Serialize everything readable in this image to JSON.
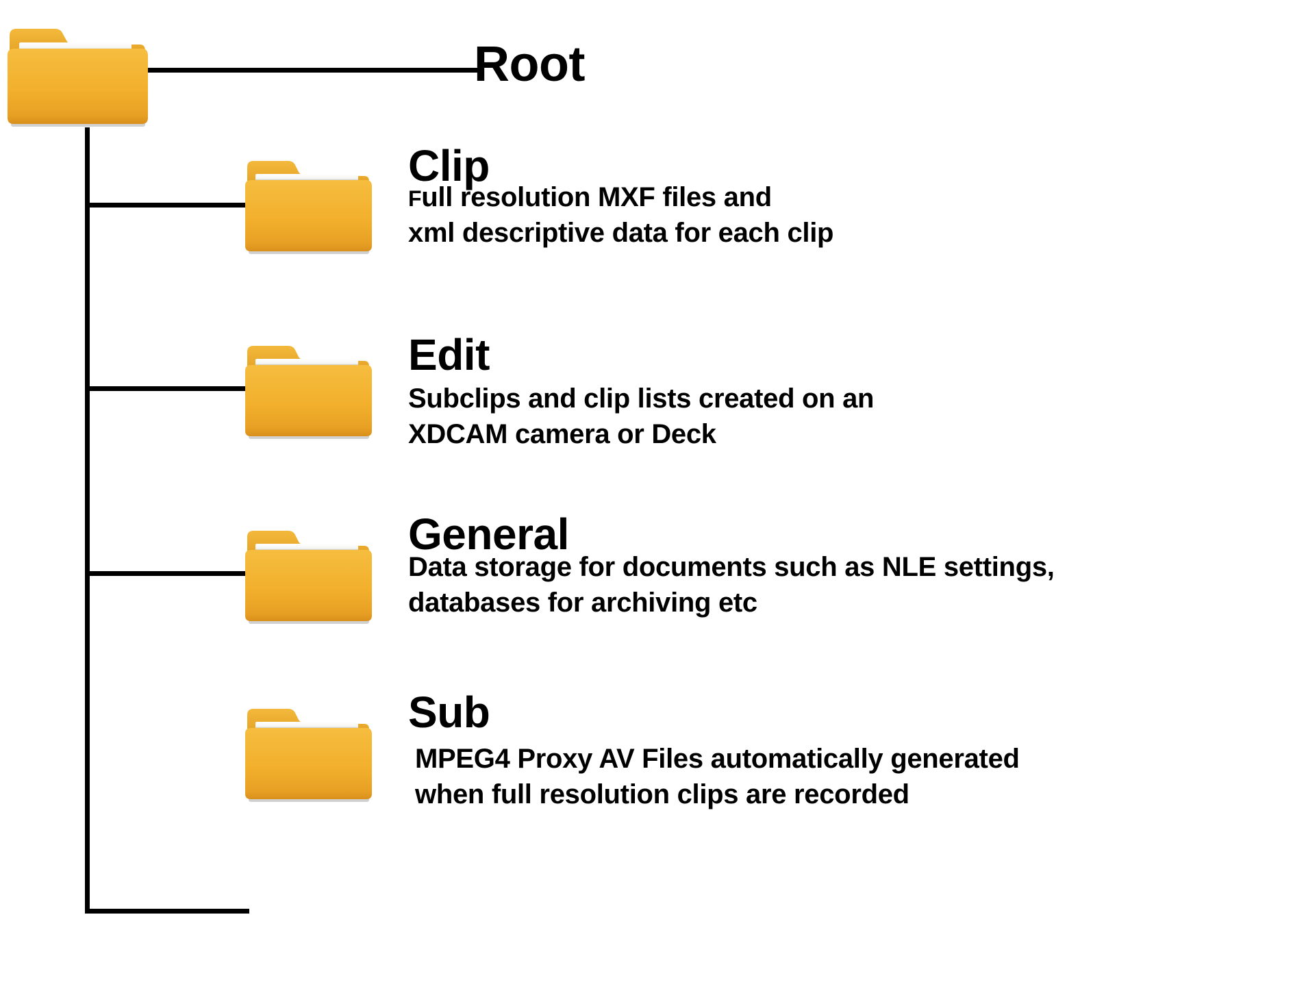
{
  "diagram": {
    "title": "XDCAM folder structure tree",
    "background_color": "#ffffff",
    "line_color": "#000000",
    "folder_color": "#f2b431",
    "folder_shadow_color": "#d99b22"
  },
  "root": {
    "label": "Root",
    "icon": "folder-icon"
  },
  "children": [
    {
      "label": "Clip",
      "icon": "folder-icon",
      "desc_lead": "F",
      "desc_line1_rest": "ull resolution MXF files and",
      "desc_line2": "xml descriptive data for each clip"
    },
    {
      "label": "Edit",
      "icon": "folder-icon",
      "desc_lead": "",
      "desc_line1_rest": "Subclips and clip lists created on an",
      "desc_line2": "XDCAM camera or Deck"
    },
    {
      "label": "General",
      "icon": "folder-icon",
      "desc_lead": "",
      "desc_line1_rest": "Data storage for documents such as NLE settings,",
      "desc_line2": "databases for archiving etc"
    },
    {
      "label": "Sub",
      "icon": "folder-icon",
      "desc_lead": "",
      "desc_line1_rest": "MPEG4 Proxy AV Files automatically generated",
      "desc_line2": "when full resolution clips are recorded"
    }
  ]
}
